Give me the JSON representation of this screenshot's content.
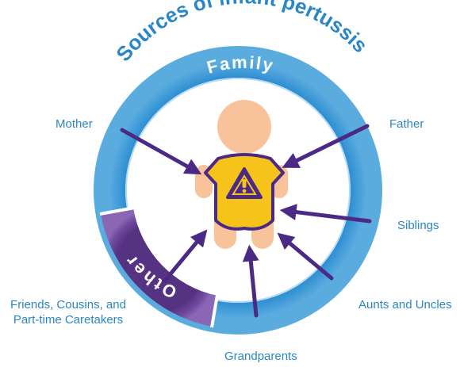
{
  "title": "Sources of infant pertussis",
  "ring_labels": {
    "family": "Family",
    "other": "Other"
  },
  "sources": {
    "mother": "Mother",
    "father": "Father",
    "siblings": "Siblings",
    "aunts_uncles": "Aunts and Uncles",
    "grandparents": "Grandparents",
    "friends": "Friends, Cousins, and Part-time Caretakers"
  },
  "icons": {
    "baby": "baby-icon",
    "warning": "warning-icon"
  },
  "colors": {
    "family_blue": "#2b86c5",
    "family_blue_dark": "#1f6fb0",
    "other_purple": "#6a4595",
    "arrow_purple": "#4b2a86",
    "baby_skin": "#f8c29a",
    "onesie_yellow": "#f6c31a"
  }
}
